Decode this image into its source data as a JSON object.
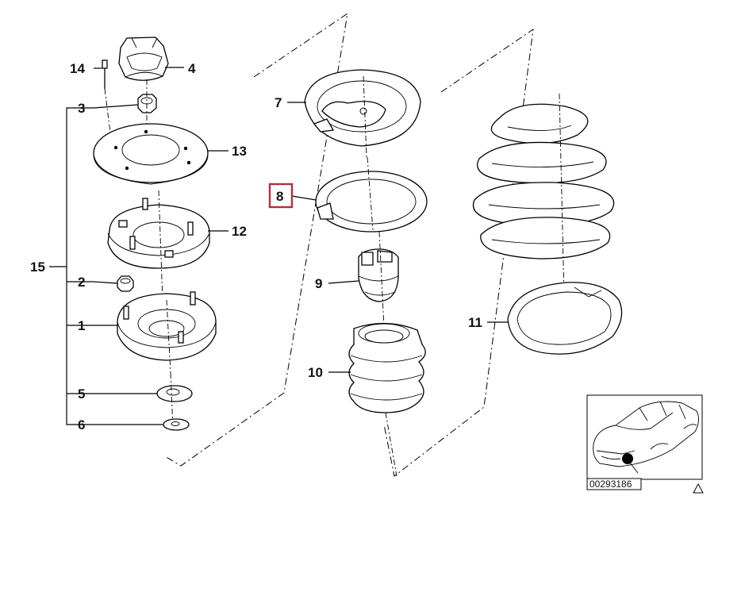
{
  "diagram": {
    "callouts": [
      {
        "id": "14",
        "label": "14"
      },
      {
        "id": "4",
        "label": "4"
      },
      {
        "id": "3",
        "label": "3"
      },
      {
        "id": "13",
        "label": "13"
      },
      {
        "id": "12",
        "label": "12"
      },
      {
        "id": "15",
        "label": "15"
      },
      {
        "id": "2",
        "label": "2"
      },
      {
        "id": "1",
        "label": "1"
      },
      {
        "id": "5",
        "label": "5"
      },
      {
        "id": "6",
        "label": "6"
      },
      {
        "id": "7",
        "label": "7"
      },
      {
        "id": "8",
        "label": "8"
      },
      {
        "id": "9",
        "label": "9"
      },
      {
        "id": "10",
        "label": "10"
      },
      {
        "id": "11",
        "label": "11"
      }
    ],
    "highlighted_callout": "8",
    "highlight_color": "#b0303a",
    "thumbnail": {
      "image_code": "00293186",
      "marker_icon": "triangle-icon"
    }
  }
}
